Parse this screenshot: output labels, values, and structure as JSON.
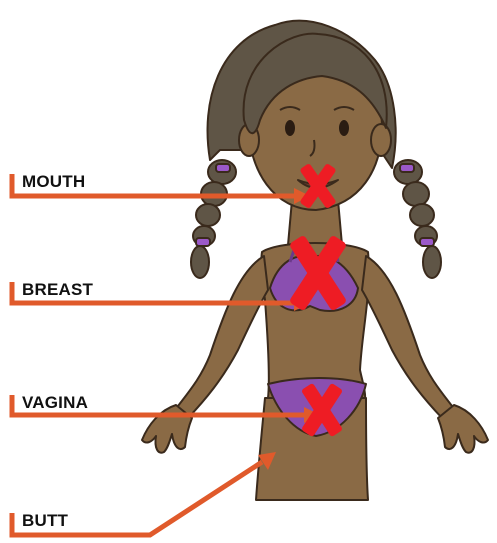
{
  "labels": {
    "mouth": "MOUTH",
    "breast": "BREAST",
    "vagina": "VAGINA",
    "butt": "BUTT"
  },
  "colors": {
    "line": "#e05a2b",
    "x_mark": "#ee1c24",
    "skin": "#8a6a45",
    "hair": "#5f5546",
    "bikini": "#8a4fb0",
    "text": "#111111"
  },
  "icons": {
    "mark": "x-mark-icon",
    "figure": "child-figure-illustration"
  }
}
